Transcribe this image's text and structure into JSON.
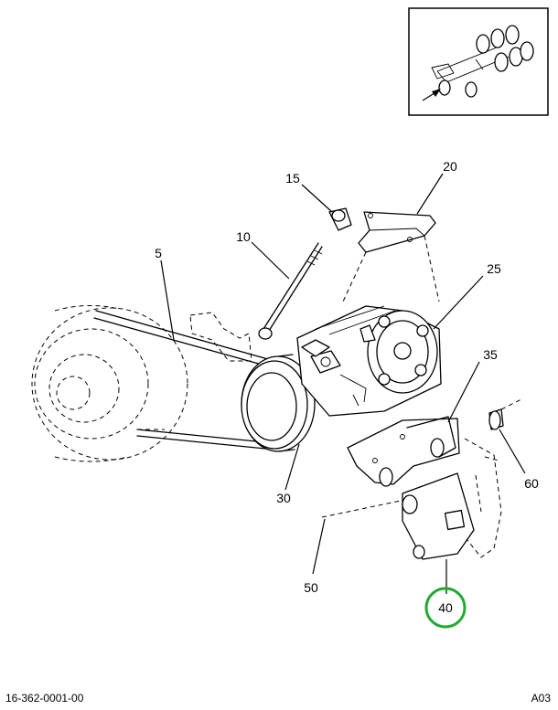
{
  "diagram": {
    "part_number": "16-362-0001-00",
    "sheet_code": "A03",
    "highlight_color": "#22aa33",
    "highlighted_callout": "40",
    "callouts": [
      {
        "id": "5",
        "label": "5"
      },
      {
        "id": "10",
        "label": "10"
      },
      {
        "id": "15",
        "label": "15"
      },
      {
        "id": "20",
        "label": "20"
      },
      {
        "id": "25",
        "label": "25"
      },
      {
        "id": "30",
        "label": "30"
      },
      {
        "id": "35",
        "label": "35"
      },
      {
        "id": "40",
        "label": "40"
      },
      {
        "id": "50",
        "label": "50"
      },
      {
        "id": "60",
        "label": "60"
      }
    ],
    "inset": {
      "icon": "truck-chassis-icon",
      "arrow": "location-arrow-icon"
    }
  }
}
